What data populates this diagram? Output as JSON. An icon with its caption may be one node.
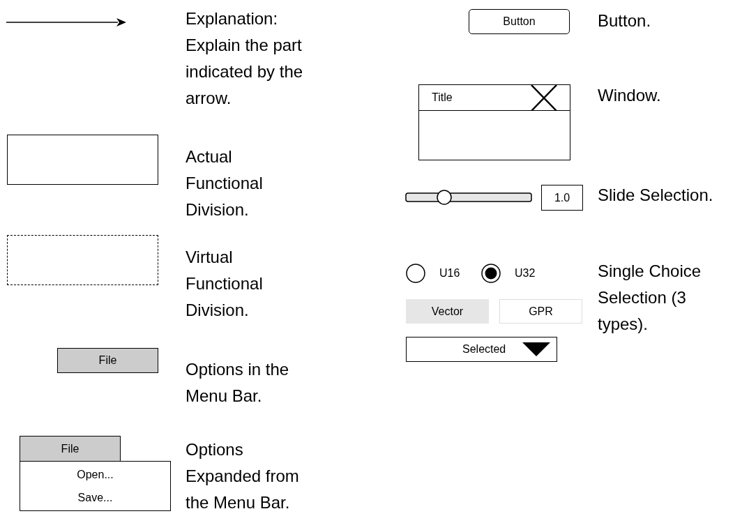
{
  "diagram": {
    "nodes": [
      {
        "text": [],
        "shape": "box"
      },
      {
        "text": [],
        "shape": "box"
      },
      {
        "text": [
          "File"
        ]
      },
      {
        "text": [
          "File"
        ]
      },
      {
        "text": [
          "Open...",
          "Save..."
        ]
      },
      {
        "text": [
          "Button"
        ]
      },
      {
        "text": [
          "Title"
        ]
      },
      {
        "text": [
          "1.0"
        ]
      },
      {
        "text": [
          "Vector"
        ]
      },
      {
        "text": [
          "GPR"
        ]
      },
      {
        "text": [
          "Selected"
        ]
      }
    ],
    "labels": [
      "U16",
      "U32"
    ],
    "legend": [
      {
        "text": "Explanation: Explain the part indicated by the arrow."
      },
      {
        "text": "Actual Functional Division."
      },
      {
        "text": "Virtual Functional Division."
      },
      {
        "text": "Options in the Menu Bar."
      },
      {
        "text": "Options Expanded from the Menu Bar."
      },
      {
        "text": "Button."
      },
      {
        "text": "Window."
      },
      {
        "text": "Slide Selection."
      },
      {
        "text": "Single Choice Selection (3 types)."
      }
    ]
  }
}
